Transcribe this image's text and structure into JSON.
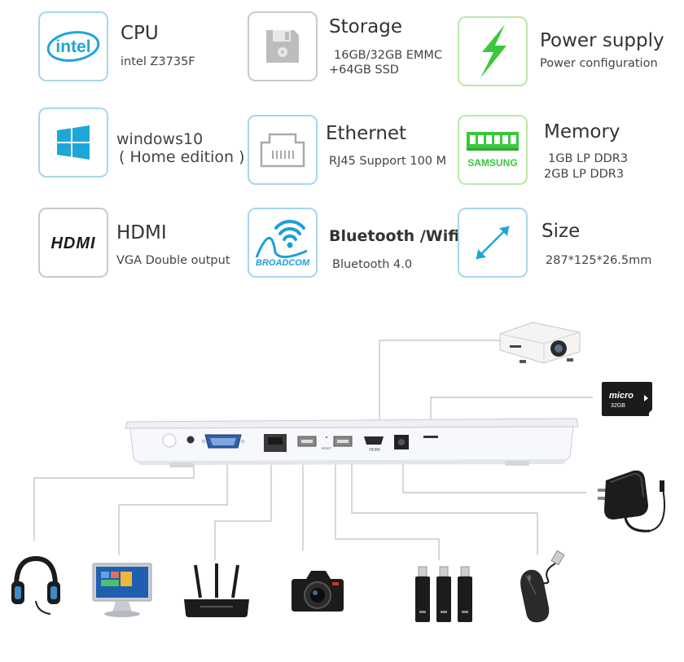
{
  "specs": {
    "cpu": {
      "title": "CPU",
      "lines": [
        "intel Z3735F"
      ],
      "logo_text": "intel"
    },
    "storage": {
      "title": "Storage",
      "lines": [
        "16GB/32GB EMMC",
        "+64GB SSD"
      ]
    },
    "power": {
      "title": "Power supply",
      "lines": [
        "Power configuration"
      ]
    },
    "os": {
      "title": "",
      "lines": [
        "windows10",
        "( Home edition )"
      ]
    },
    "ethernet": {
      "title": "Ethernet",
      "lines": [
        "RJ45 Support 100 M"
      ]
    },
    "memory": {
      "title": "Memory",
      "lines": [
        "1GB LP DDR3",
        "2GB LP DDR3"
      ],
      "logo_text": "SAMSUNG"
    },
    "hdmi": {
      "title": "HDMI",
      "lines": [
        "VGA  Double output"
      ],
      "logo_text": "HDMI"
    },
    "wireless": {
      "title": "Bluetooth /Wifi",
      "lines": [
        "Bluetooth 4.0"
      ],
      "logo_text": "BROADCOM"
    },
    "size": {
      "title": "Size",
      "lines": [
        "287*125*26.5mm"
      ]
    }
  },
  "device": {
    "port_labels": {
      "reset": "RESET",
      "hdmi": "HDMI"
    }
  },
  "peripherals": {
    "microsd_brand": "micro",
    "microsd_capacity": "32GB"
  },
  "colors": {
    "icon_blue": "#1ea6d8",
    "icon_green": "#38c93a",
    "icon_gray": "#b9b9b9",
    "samsung_blue": "#1c4fa0",
    "broadcom_blue": "#1e9fd8"
  },
  "icons": [
    "intel-logo-icon",
    "floppy-disk-icon",
    "lightning-icon",
    "windows-logo-icon",
    "ethernet-port-icon",
    "memory-chip-icon",
    "hdmi-logo-icon",
    "wifi-broadcom-icon",
    "resize-arrow-icon"
  ]
}
